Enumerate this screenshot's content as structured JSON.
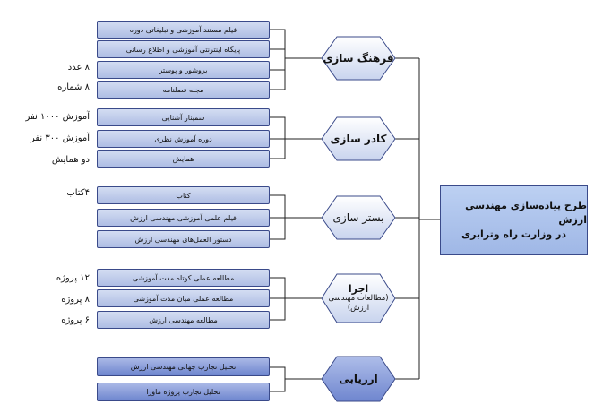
{
  "goal": {
    "line1": "طرح پیاده‌سازی مهندسی ارزش",
    "line2": "در وزارت راه وترابری"
  },
  "groups": [
    {
      "title": "فرهنگ سازی",
      "items": [
        "فیلم مستند آموزشی و تبلیغاتی دوره",
        "پایگاه اینترنتی آموزشی و اطلاع رسانی",
        "بروشور و پوستر",
        "مجله فصلنامه"
      ],
      "notes": [
        "",
        "",
        "۸ عدد",
        "۸ شماره"
      ]
    },
    {
      "title": "کادر سازی",
      "items": [
        "سمینار آشنایی",
        "دوره آموزش نظری",
        "همایش"
      ],
      "notes": [
        "آموزش ۱۰۰۰ نفر",
        "آموزش ۳۰۰ نفر",
        "دو همایش"
      ]
    },
    {
      "title": "بستر سازی",
      "items": [
        "کتاب",
        "فیلم علمی آموزشی مهندسی ارزش",
        "دستور العمل‌های مهندسی ارزش"
      ],
      "notes": [
        "۴کتاب",
        "",
        ""
      ]
    },
    {
      "title": "اجرا",
      "subtitle": "(مطالعات مهندسی ارزش)",
      "items": [
        "مطالعه عملی کوتاه مدت آموزشی",
        "مطالعه عملی میان مدت آموزشی",
        "مطالعه مهندسی ارزش"
      ],
      "notes": [
        "۱۲ پروژه",
        "۸ پروژه",
        "۶ پروژه"
      ]
    },
    {
      "title": "ارزیابی",
      "items": [
        "تحلیل تجارب جهانی مهندسی ارزش",
        "تحلیل تجارب پروژه ماورا"
      ],
      "notes": [
        "",
        ""
      ]
    }
  ]
}
